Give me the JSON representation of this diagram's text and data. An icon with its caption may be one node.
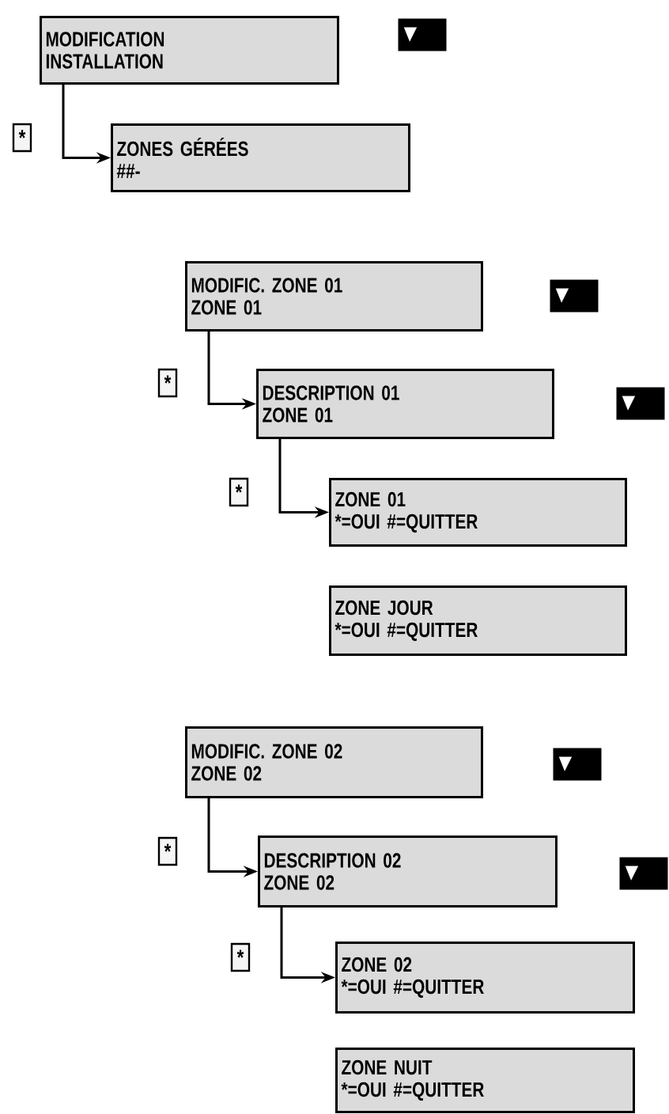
{
  "diagram": {
    "nodes": [
      {
        "text": [
          "MODIFICATION",
          "INSTALLATION"
        ]
      },
      {
        "text": [
          "ZONES GÉRÉES",
          "##-"
        ]
      },
      {
        "text": [
          "MODIFIC. ZONE 01",
          "ZONE 01"
        ]
      },
      {
        "text": [
          "DESCRIPTION 01",
          "ZONE 01"
        ]
      },
      {
        "text": [
          "ZONE 01",
          "*=OUI  #=QUITTER"
        ]
      },
      {
        "text": [
          "ZONE JOUR",
          "*=OUI  #=QUITTER"
        ]
      },
      {
        "text": [
          "MODIFIC. ZONE 02",
          "ZONE 02"
        ]
      },
      {
        "text": [
          "DESCRIPTION 02",
          "ZONE 02"
        ]
      },
      {
        "text": [
          "ZONE 02",
          "*=OUI  #=QUITTER"
        ]
      },
      {
        "text": [
          "ZONE NUIT",
          "*=OUI  #=QUITTER"
        ]
      }
    ],
    "edges": [
      {
        "from": 0,
        "to": 1,
        "arrow": "to",
        "label": "*"
      },
      {
        "from": 2,
        "to": 3,
        "arrow": "to",
        "label": "*"
      },
      {
        "from": 3,
        "to": 4,
        "arrow": "to",
        "label": "*"
      },
      {
        "from": 6,
        "to": 7,
        "arrow": "to",
        "label": "*"
      },
      {
        "from": 7,
        "to": 8,
        "arrow": "to",
        "label": "*"
      }
    ]
  }
}
